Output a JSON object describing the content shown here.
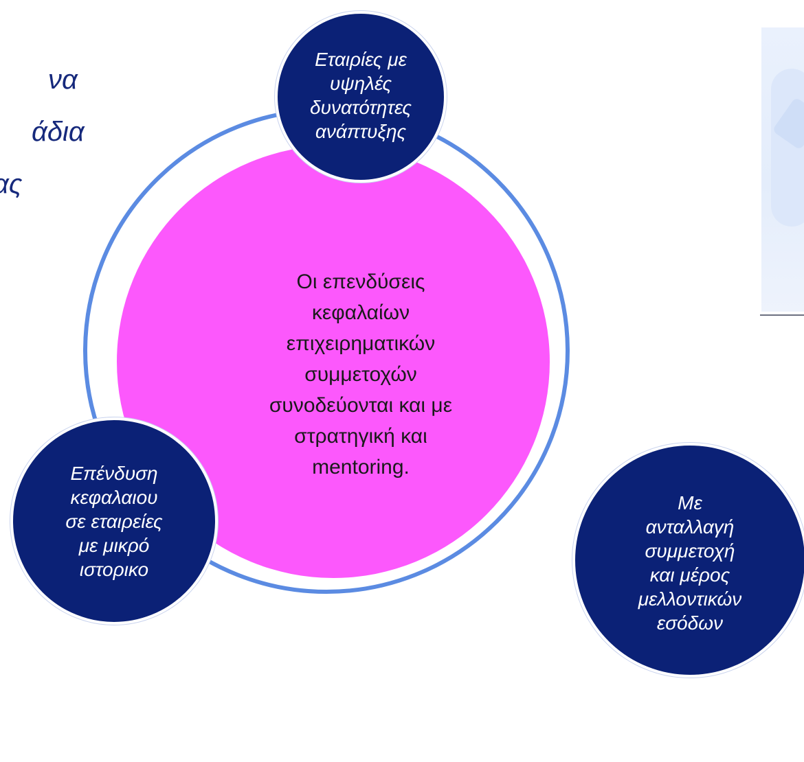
{
  "left_heading": {
    "lines": [
      "να",
      "άδια",
      "ας"
    ]
  },
  "hub": {
    "lines": [
      "Οι επενδύσεις",
      "κεφαλαίων",
      "επιχειρηματικών",
      "συμμετοχών",
      "συνοδεύονται και με",
      "στρατηγική και",
      "mentoring."
    ]
  },
  "nodes": {
    "top": {
      "lines": [
        "Εταιρίες με",
        "υψηλές",
        "δυνατότητες",
        "ανάπτυξης"
      ]
    },
    "bottom_left": {
      "lines": [
        "Επένδυση",
        "κεφαλαιου",
        "σε εταιρείες",
        "με μικρό",
        "ιστορικο"
      ]
    },
    "bottom_right": {
      "lines": [
        "Με",
        "ανταλλαγή",
        "συμμετοχή",
        "και μέρος",
        "μελλοντικών",
        "εσόδων"
      ]
    }
  },
  "colors": {
    "hub": "#fc58fc",
    "node": "#0b2176",
    "ring": "#5b8be2",
    "heading": "#16297c"
  }
}
